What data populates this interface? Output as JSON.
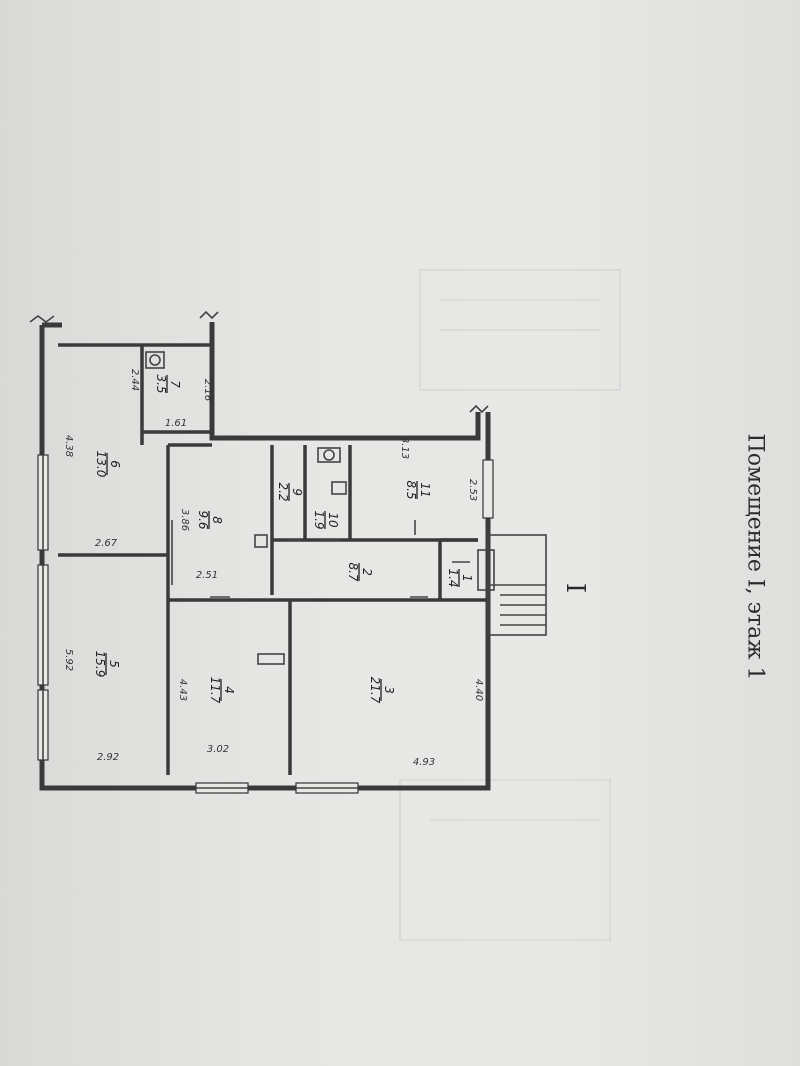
{
  "caption": "Помещение I, этаж 1",
  "section_mark": "I",
  "rooms": [
    {
      "number": "1",
      "area": "1.4"
    },
    {
      "number": "2",
      "area": "8.7"
    },
    {
      "number": "3",
      "area": "21.7"
    },
    {
      "number": "4",
      "area": "11.7"
    },
    {
      "number": "5",
      "area": "15.9"
    },
    {
      "number": "6",
      "area": "13.0"
    },
    {
      "number": "7",
      "area": "3.5"
    },
    {
      "number": "8",
      "area": "9.6"
    },
    {
      "number": "9",
      "area": "2.2"
    },
    {
      "number": "10",
      "area": "1.9"
    },
    {
      "number": "11",
      "area": "8.5"
    }
  ],
  "dimensions": {
    "d_2_44": "2.44",
    "d_2_16": "2.16",
    "d_1_61": "1.61",
    "d_4_38": "4.38",
    "d_2_67": "2.67",
    "d_3_86": "3.86",
    "d_2_51": "2.51",
    "d_3_13": "3.13",
    "d_2_53": "2.53",
    "d_5_92": "5.92",
    "d_2_92": "2.92",
    "d_4_43": "4.43",
    "d_3_02": "3.02",
    "d_4_40": "4.40",
    "d_4_93": "4.93"
  }
}
